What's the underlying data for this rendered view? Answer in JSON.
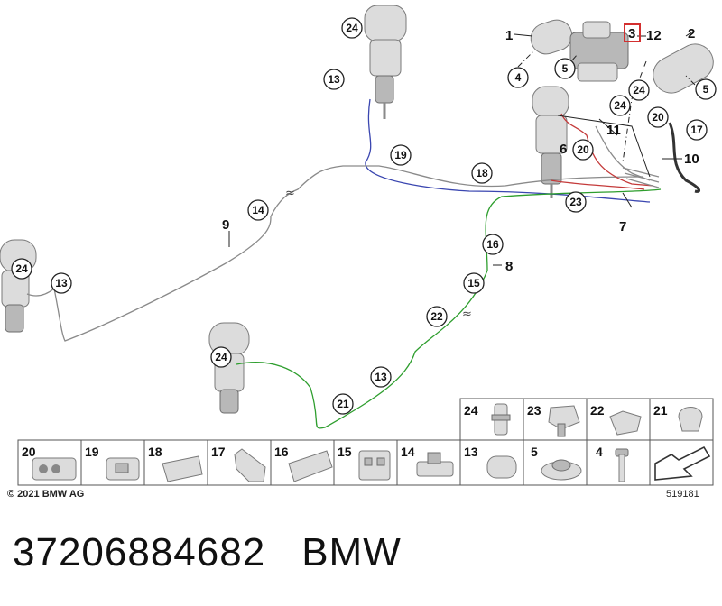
{
  "callouts": {
    "c24a": "24",
    "c13a": "13",
    "c19": "19",
    "c18": "18",
    "c14": "14",
    "c24b": "24",
    "c13b": "13",
    "c24c": "24",
    "c13c": "13",
    "c21": "21",
    "c22": "22",
    "c15": "15",
    "c16": "16",
    "c23": "23",
    "c20a": "20",
    "c24d": "24",
    "c20b": "20",
    "c17": "17",
    "c4": "4",
    "c5a": "5",
    "c5b": "5",
    "c24e": "24"
  },
  "labels": {
    "l1": "1",
    "l2": "2",
    "l3": "3",
    "l12": "12",
    "l11": "11",
    "l6": "6",
    "l10": "10",
    "l7": "7",
    "l8": "8",
    "l9": "9"
  },
  "legend": {
    "row1": [
      "24",
      "23",
      "22",
      "21"
    ],
    "row2": [
      "20",
      "19",
      "18",
      "17",
      "16",
      "15",
      "14",
      "13",
      "5",
      "4"
    ]
  },
  "copyright": "© 2021 BMW AG",
  "ref_number": "519181",
  "part_number": "37206884682",
  "brand": "BMW",
  "colors": {
    "highlight": "#d32f2f",
    "tube_grey": "#8a8a8a",
    "tube_blue": "#3a46b0",
    "tube_green": "#2e9e2e",
    "tube_red": "#c43a3a"
  }
}
